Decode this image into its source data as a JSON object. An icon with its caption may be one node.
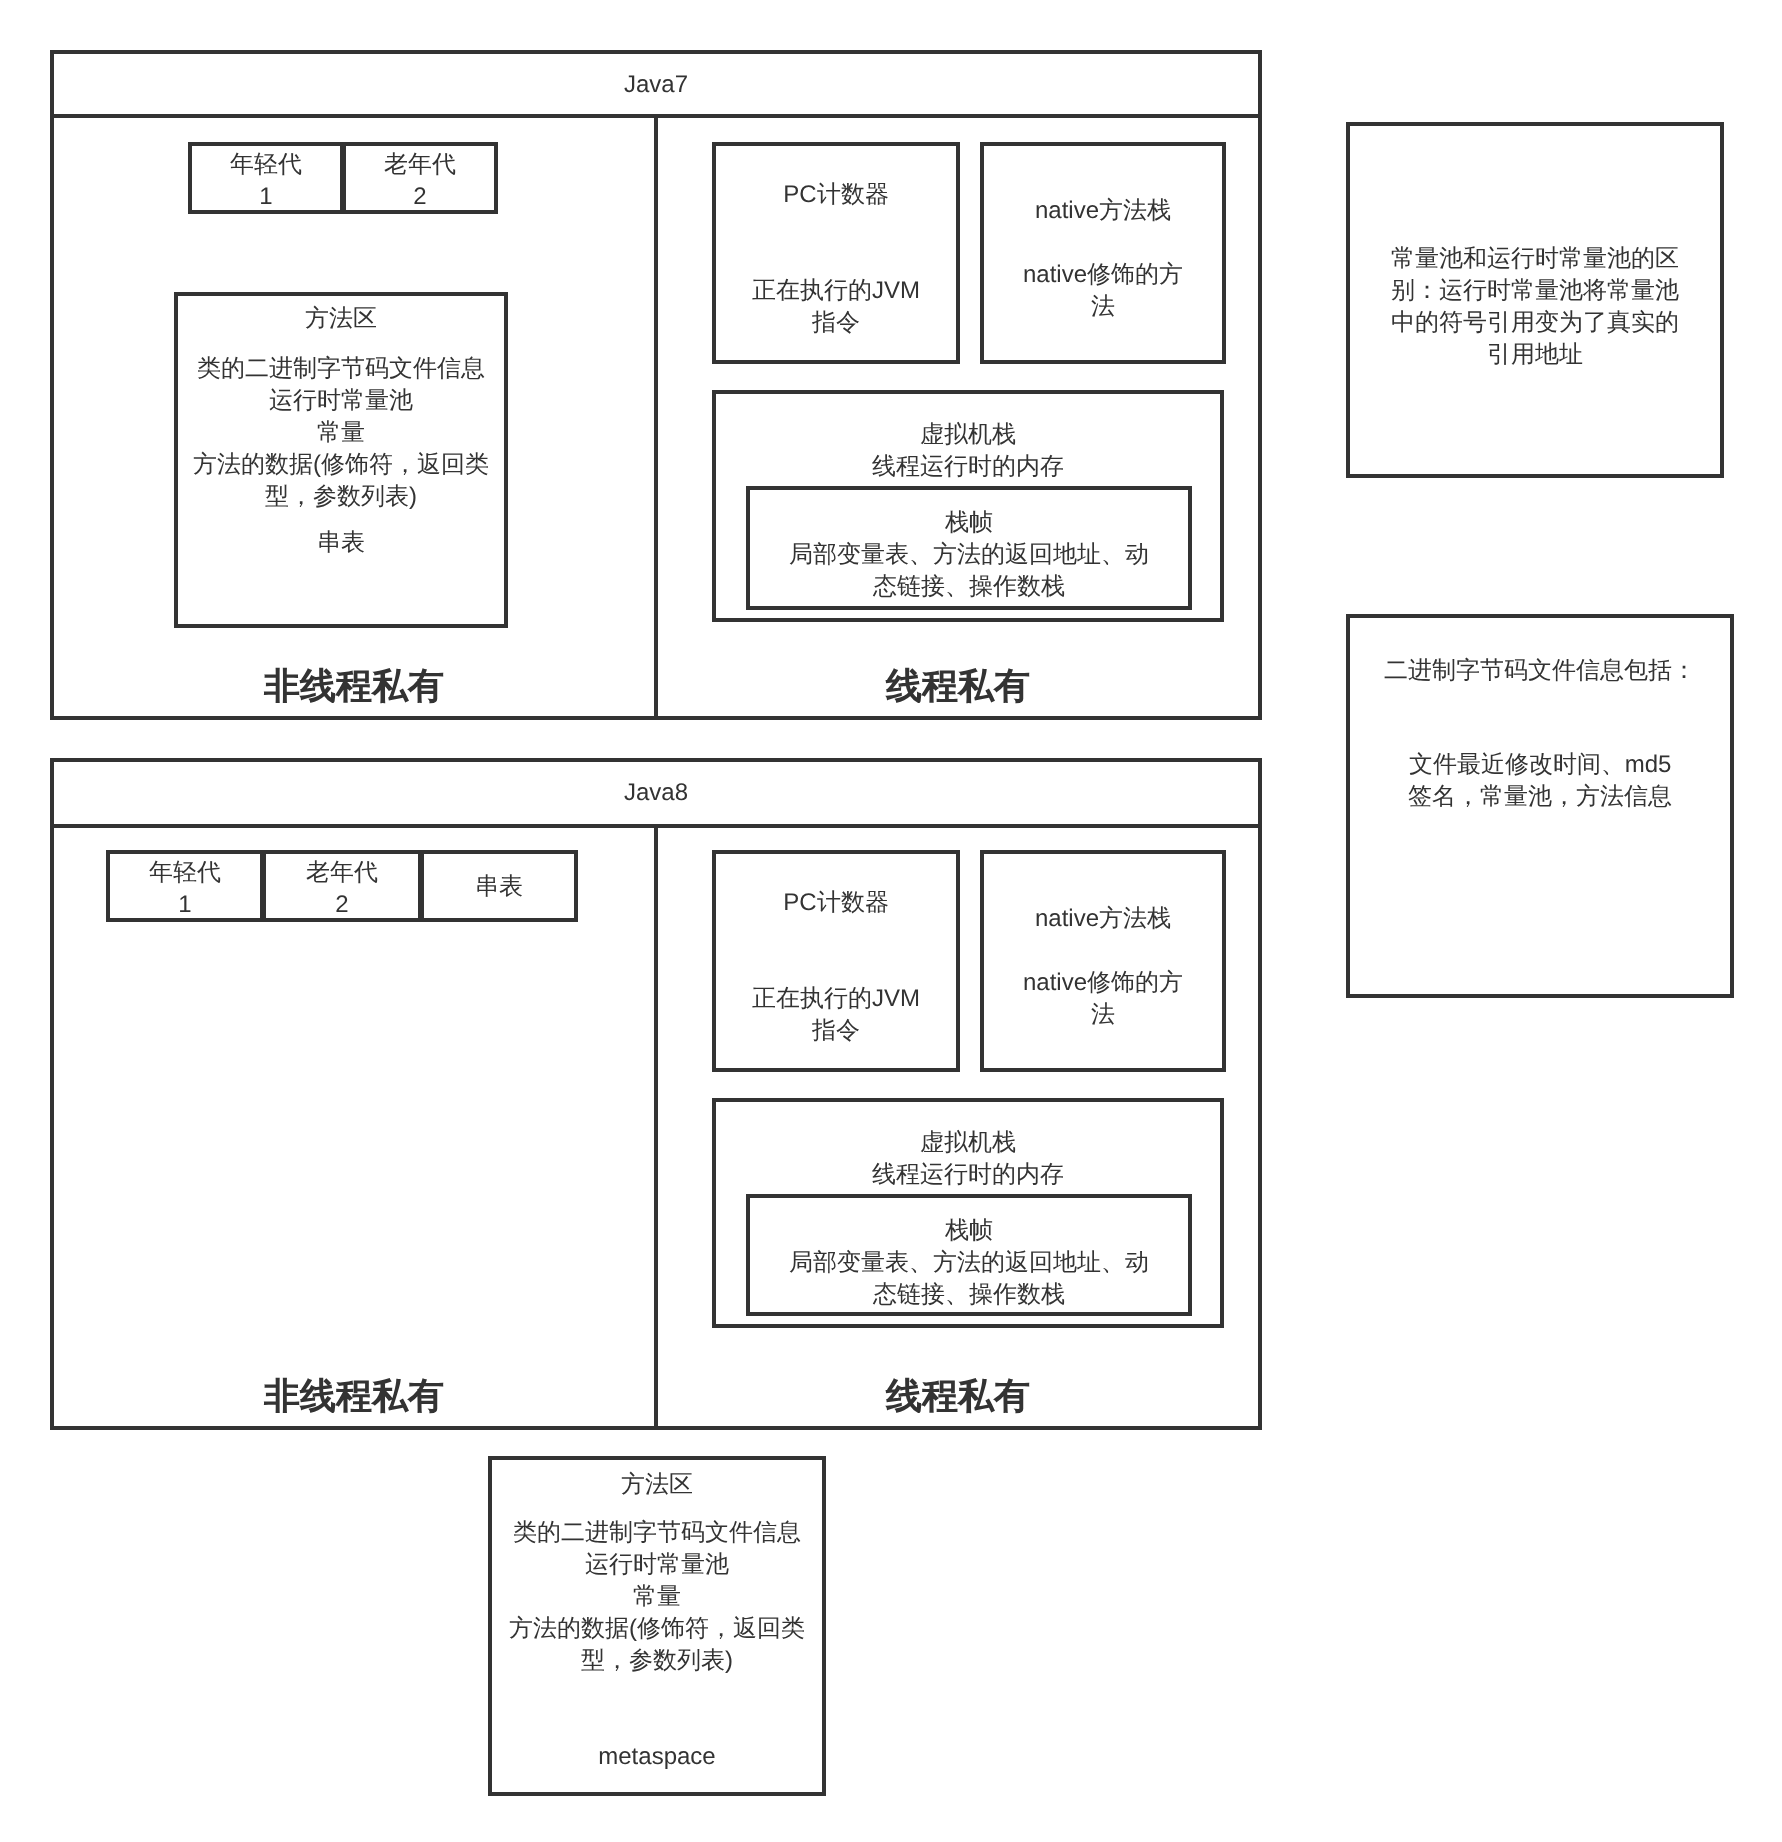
{
  "diagram": {
    "nodes": [
      {
        "text": [
          "Java7"
        ]
      },
      {
        "text": [
          "非线程私有"
        ],
        "in": 0
      },
      {
        "text": [
          "年轻代 1"
        ],
        "in": 1
      },
      {
        "text": [
          "老年代 2"
        ],
        "in": 1
      },
      {
        "text": [
          "方法区",
          "类的二进制字节码文件信息",
          "运行时常量池",
          "常量",
          "方法的数据(修饰符，返回类型，参数列表)",
          "串表"
        ],
        "in": 1
      },
      {
        "text": [
          "线程私有"
        ],
        "in": 0
      },
      {
        "text": [
          "PC计数器",
          "正在执行的JVM指令"
        ],
        "in": 5
      },
      {
        "text": [
          "native方法栈",
          "native修饰的方法"
        ],
        "in": 5
      },
      {
        "text": [
          "虚拟机栈",
          "线程运行时的内存"
        ],
        "in": 5
      },
      {
        "text": [
          "栈帧",
          "局部变量表、方法的返回地址、动态链接、操作数栈"
        ],
        "in": 8
      },
      {
        "text": [
          "常量池和运行时常量池的区别：运行时常量池将常量池中的符号引用变为了真实的引用地址"
        ]
      },
      {
        "text": [
          "二进制字节码文件信息包括：",
          "文件最近修改时间、md5签名，常量池，方法信息"
        ]
      },
      {
        "text": [
          "Java8"
        ]
      },
      {
        "text": [
          "非线程私有"
        ],
        "in": 12
      },
      {
        "text": [
          "年轻代 1"
        ],
        "in": 13
      },
      {
        "text": [
          "老年代 2"
        ],
        "in": 13
      },
      {
        "text": [
          "串表"
        ],
        "in": 13
      },
      {
        "text": [
          "线程私有"
        ],
        "in": 12
      },
      {
        "text": [
          "PC计数器",
          "正在执行的JVM指令"
        ],
        "in": 17
      },
      {
        "text": [
          "native方法栈",
          "native修饰的方法"
        ],
        "in": 17
      },
      {
        "text": [
          "虚拟机栈",
          "线程运行时的内存"
        ],
        "in": 17
      },
      {
        "text": [
          "栈帧",
          "局部变量表、方法的返回地址、动态链接、操作数栈"
        ],
        "in": 20
      },
      {
        "text": [
          "方法区",
          "类的二进制字节码文件信息",
          "运行时常量池",
          "常量",
          "方法的数据(修饰符，返回类型，参数列表)",
          "metaspace"
        ]
      }
    ]
  }
}
